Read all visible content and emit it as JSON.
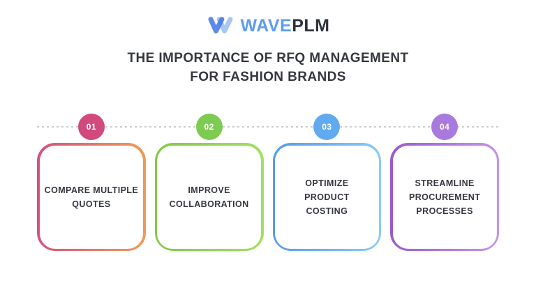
{
  "brand": {
    "icon": "waveplm-w-icon",
    "wordmark_primary": "WAVE",
    "wordmark_secondary": "PLM",
    "colors": {
      "icon_dark": "#4076e8",
      "icon_light": "#a9c7f5",
      "wordmark_primary": "#5c9cf3",
      "wordmark_secondary": "#2e323c"
    }
  },
  "title": {
    "line1": "THE IMPORTANCE OF RFQ MANAGEMENT",
    "line2": "FOR FASHION BRANDS"
  },
  "timeline": {
    "line_color": "#c9ccd1"
  },
  "steps": [
    {
      "number": "01",
      "label": "COMPARE MULTIPLE QUOTES",
      "lines": [
        "COMPARE MULTIPLE",
        "QUOTES"
      ],
      "circle_color": "#d1497d",
      "border_from": "#d5507e",
      "border_to": "#f09a55"
    },
    {
      "number": "02",
      "label": "IMPROVE COLLABORATION",
      "lines": [
        "IMPROVE",
        "COLLABORATION"
      ],
      "circle_color": "#7ecb52",
      "border_from": "#82c943",
      "border_to": "#a2de63"
    },
    {
      "number": "03",
      "label": "OPTIMIZE PRODUCT COSTING",
      "lines": [
        "OPTIMIZE",
        "PRODUCT",
        "COSTING"
      ],
      "circle_color": "#62aaf0",
      "border_from": "#559ae9",
      "border_to": "#86ccf8"
    },
    {
      "number": "04",
      "label": "STREAMLINE PROCUREMENT PROCESSES",
      "lines": [
        "STREAMLINE",
        "PROCUREMENT",
        "PROCESSES"
      ],
      "circle_color": "#a97ade",
      "border_from": "#9a5ace",
      "border_to": "#c593ec"
    }
  ]
}
